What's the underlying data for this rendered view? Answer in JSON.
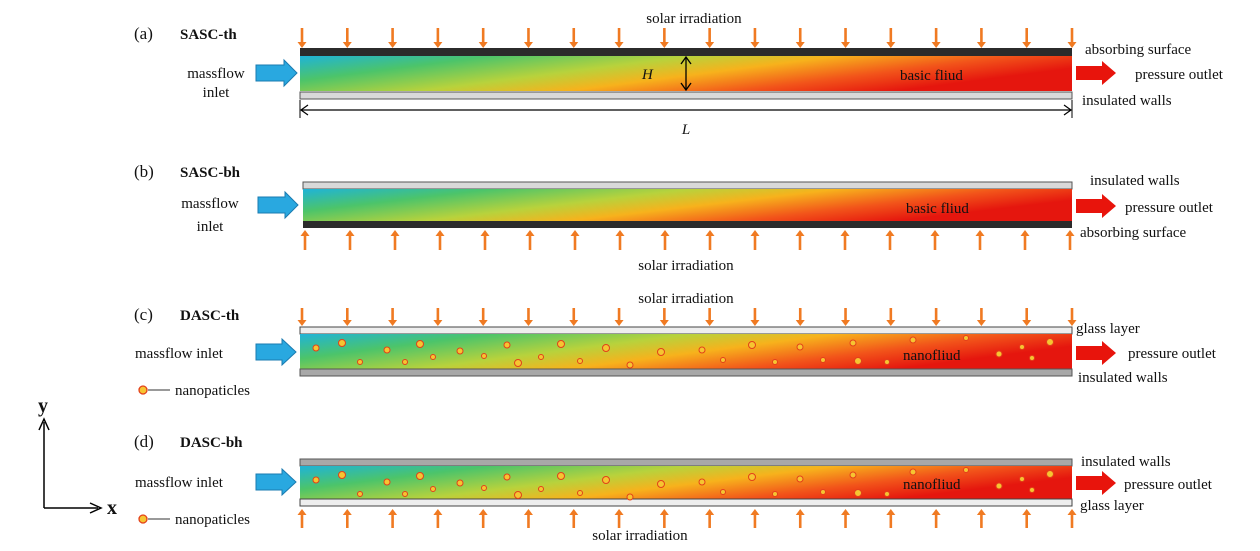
{
  "panels": [
    {
      "letter": "(a)",
      "title": "SASC-th",
      "inlet": [
        "massflow",
        "inlet"
      ],
      "outlet": "pressure outlet",
      "fluid": "basic fliud",
      "top_label": "absorbing surface",
      "bottom_label": "insulated walls",
      "irradiation": "solar irradiation",
      "height_label": "H",
      "length_label": "L"
    },
    {
      "letter": "(b)",
      "title": "SASC-bh",
      "inlet": [
        "massflow",
        "inlet"
      ],
      "outlet": "pressure outlet",
      "fluid": "basic fliud",
      "top_label": "insulated walls",
      "bottom_label": "absorbing surface",
      "irradiation": "solar irradiation"
    },
    {
      "letter": "(c)",
      "title": "DASC-th",
      "inlet": [
        "massflow inlet"
      ],
      "outlet": "pressure outlet",
      "fluid": "nanofliud",
      "top_label": "glass layer",
      "bottom_label": "insulated walls",
      "irradiation": "solar irradiation",
      "particles_label": "nanopaticles"
    },
    {
      "letter": "(d)",
      "title": "DASC-bh",
      "inlet": [
        "massflow inlet"
      ],
      "outlet": "pressure outlet",
      "fluid": "nanofliud",
      "top_label": "insulated walls",
      "bottom_label": "glass layer",
      "irradiation": "solar irradiation",
      "particles_label": "nanopaticles"
    }
  ],
  "axes": {
    "y": "y",
    "x": "x"
  },
  "colors": {
    "arrow_orange": "#F07A22",
    "inlet_blue": "#29A8E0",
    "outlet_red": "#E8140C",
    "absorber": "#2b2b2b",
    "insulated": "#a8a8a8",
    "glass": "#d9d9d9",
    "gradient": [
      "#1fb3d8",
      "#4cc46a",
      "#b8d23c",
      "#f7b21c",
      "#f2541a",
      "#e5160e"
    ],
    "particle_fill": "#F6C531",
    "particle_stroke": "#E3401A"
  }
}
